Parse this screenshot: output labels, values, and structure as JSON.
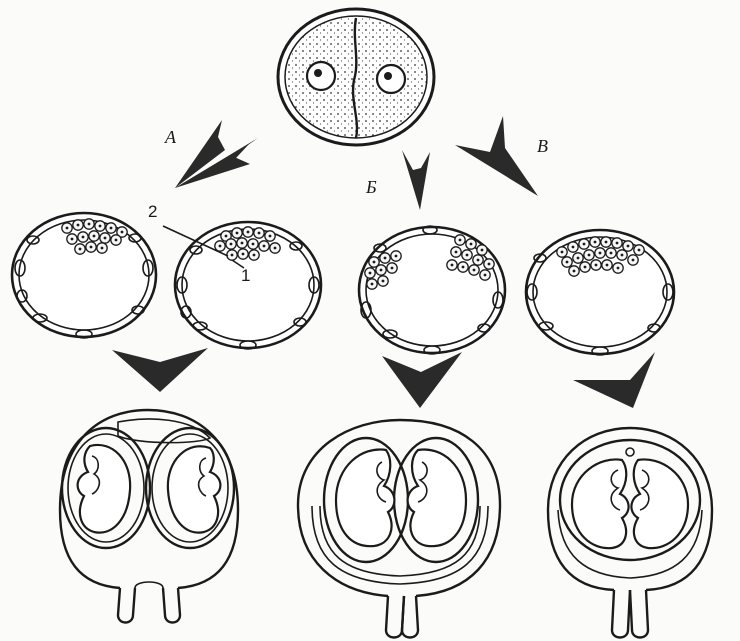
{
  "labels": {
    "route_a": "А",
    "route_b": "Б",
    "route_c": "В",
    "pointer_2": "2",
    "pointer_1": "1"
  },
  "colors": {
    "ink": "#1b1b1b",
    "paper": "#fbfbf9",
    "arrow": "#2a2a2a"
  }
}
